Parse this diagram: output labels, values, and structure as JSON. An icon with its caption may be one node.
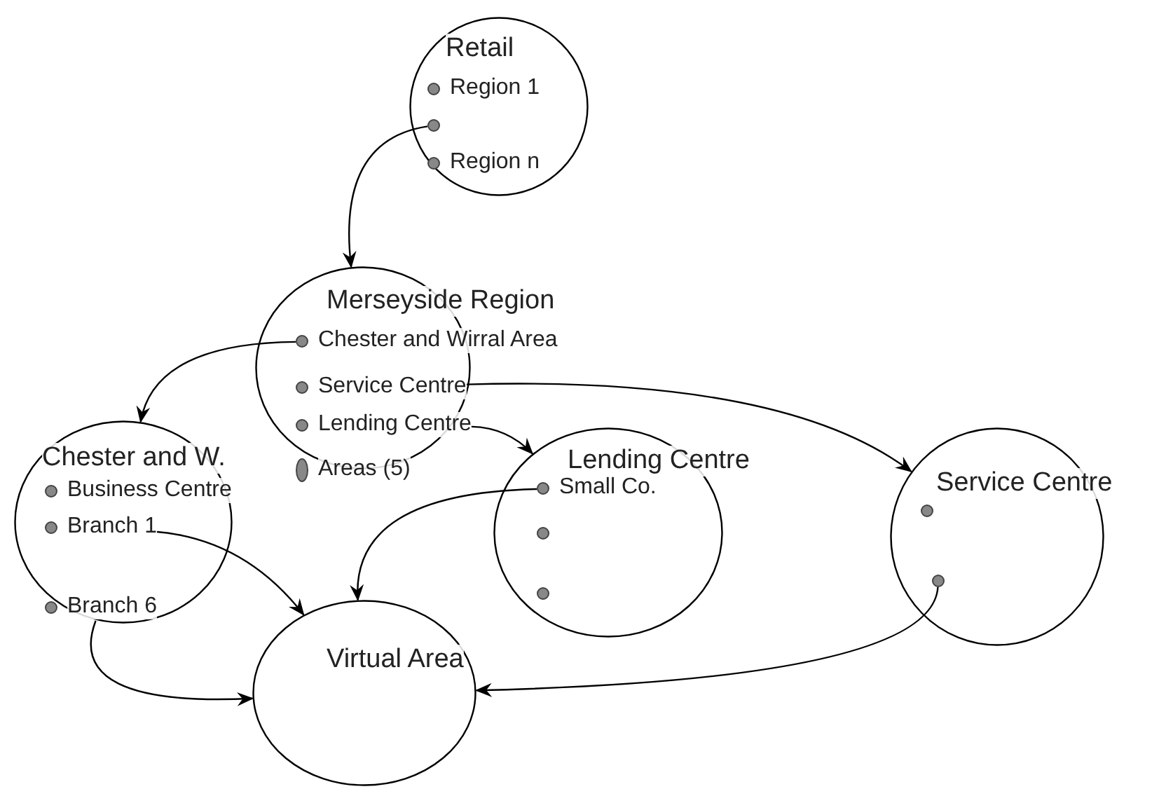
{
  "diagram": {
    "nodes": [
      {
        "text": [
          "Retail"
        ]
      },
      {
        "text": [
          "Region 1"
        ],
        "in": 0
      },
      {
        "text": [],
        "shape": "circle",
        "in": 0
      },
      {
        "text": [
          "Region n"
        ],
        "in": 0
      },
      {
        "text": [
          "Merseyside Region"
        ]
      },
      {
        "text": [
          "Chester and Wirral Area"
        ]
      },
      {
        "text": [
          "Service Centre"
        ],
        "in": 4
      },
      {
        "text": [
          "Lending Centre"
        ],
        "in": 4
      },
      {
        "text": [
          "Areas (5)"
        ]
      },
      {
        "text": [
          "Chester and W."
        ]
      },
      {
        "text": [
          "Business Centre"
        ],
        "in": 9
      },
      {
        "text": [
          "Branch 1"
        ],
        "in": 9
      },
      {
        "text": [
          "Branch 6"
        ],
        "in": 9
      },
      {
        "text": [
          "Lending Centre"
        ]
      },
      {
        "text": [
          "Small Co."
        ],
        "in": 13
      },
      {
        "text": [],
        "shape": "circle",
        "in": 13
      },
      {
        "text": [],
        "shape": "circle",
        "in": 13
      },
      {
        "text": [
          "Service Centre"
        ]
      },
      {
        "text": [],
        "shape": "circle",
        "in": 17
      },
      {
        "text": [],
        "shape": "circle",
        "in": 17
      },
      {
        "text": [
          "Virtual Area"
        ]
      }
    ],
    "edges": [
      {
        "from": 2,
        "to": 4,
        "arrow": "to"
      },
      {
        "from": 5,
        "to": 9,
        "arrow": "to"
      },
      {
        "from": 6,
        "to": 17,
        "arrow": "to"
      },
      {
        "from": 7,
        "to": 13,
        "arrow": "to"
      },
      {
        "from": 11,
        "to": 20,
        "arrow": "to"
      },
      {
        "from": 12,
        "to": 20,
        "arrow": "to"
      },
      {
        "from": 14,
        "to": 20,
        "arrow": "to"
      },
      {
        "from": 19,
        "to": 20,
        "arrow": "to"
      }
    ]
  }
}
